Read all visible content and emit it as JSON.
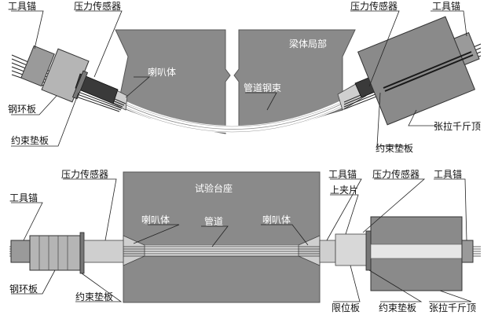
{
  "top": {
    "labels": {
      "tool_anchor_left": "工具锚",
      "pressure_sensor_left": "压力传感器",
      "horn_body": "喇叭体",
      "steel_ring_plate": "钢环板",
      "restraint_pad_left": "约束垫板",
      "beam_local": "梁体局部",
      "duct_strand": "管道钢束",
      "pressure_sensor_right": "压力传感器",
      "tool_anchor_right": "工具锚",
      "restraint_pad_right": "约束垫板",
      "tension_jack": "张拉千斤顶"
    }
  },
  "bottom": {
    "labels": {
      "tool_anchor_left": "工具锚",
      "pressure_sensor_left": "压力传感器",
      "test_bench": "试验台座",
      "horn_body_left": "喇叭体",
      "duct": "管道",
      "horn_body_right": "喇叭体",
      "steel_ring_plate": "钢环板",
      "restraint_pad_left": "约束垫板",
      "tool_anchor_mid": "工具锚",
      "upper_clamp": "上夹片",
      "pressure_sensor_right": "压力传感器",
      "tool_anchor_right": "工具锚",
      "limit_plate": "限位板",
      "restraint_pad_right": "约束垫板",
      "tension_jack": "张拉千斤顶"
    }
  },
  "colors": {
    "concrete": "#8a8a8a",
    "concrete_dark": "#6e6e6e",
    "steel": "#bdbdbd",
    "strand_dark": "#222222",
    "background": "#ffffff"
  }
}
